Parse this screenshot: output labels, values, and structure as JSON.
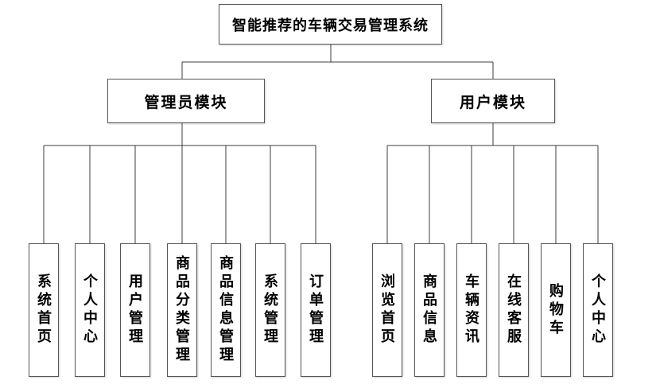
{
  "diagram": {
    "root": {
      "label": "智能推荐的车辆交易管理系统"
    },
    "modules": [
      {
        "label": "管理员模块",
        "children": [
          {
            "label": "系统首页"
          },
          {
            "label": "个人中心"
          },
          {
            "label": "用户管理"
          },
          {
            "label": "商品分类管理"
          },
          {
            "label": "商品信息管理"
          },
          {
            "label": "系统管理"
          },
          {
            "label": "订单管理"
          }
        ]
      },
      {
        "label": "用户模块",
        "children": [
          {
            "label": "浏览首页"
          },
          {
            "label": "商品信息"
          },
          {
            "label": "车辆资讯"
          },
          {
            "label": "在线客服"
          },
          {
            "label": "购物车"
          },
          {
            "label": "个人中心"
          }
        ]
      }
    ],
    "colors": {
      "line": "#3c3c3c",
      "border": "#565656",
      "text": "#000000",
      "background": "#ffffff"
    }
  }
}
